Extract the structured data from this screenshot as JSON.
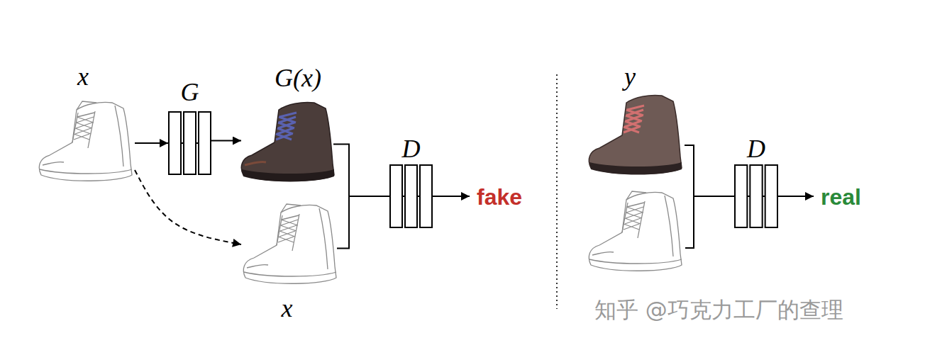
{
  "diagram": {
    "nodes": [
      {
        "text": [
          "x"
        ]
      },
      {
        "text": [
          "G"
        ]
      },
      {
        "text": [
          "G(x)"
        ]
      },
      {
        "text": [
          "x"
        ]
      },
      {
        "text": [
          "D"
        ]
      },
      {
        "text": [
          "y"
        ]
      },
      {
        "text": [
          "D"
        ]
      }
    ],
    "edges": [
      {
        "from": 0,
        "to": 1,
        "arrow": "to"
      },
      {
        "from": 1,
        "to": 2,
        "arrow": "to"
      },
      {
        "from": 0,
        "to": 3,
        "arrow": "to"
      },
      {
        "from": 2,
        "to": 4,
        "arrow": "none"
      },
      {
        "from": 3,
        "to": 4,
        "arrow": "none"
      },
      {
        "from": 5,
        "to": 6,
        "arrow": "none"
      }
    ],
    "labels": [
      "fake",
      "real",
      "知乎 @巧克力工厂的查理"
    ]
  }
}
